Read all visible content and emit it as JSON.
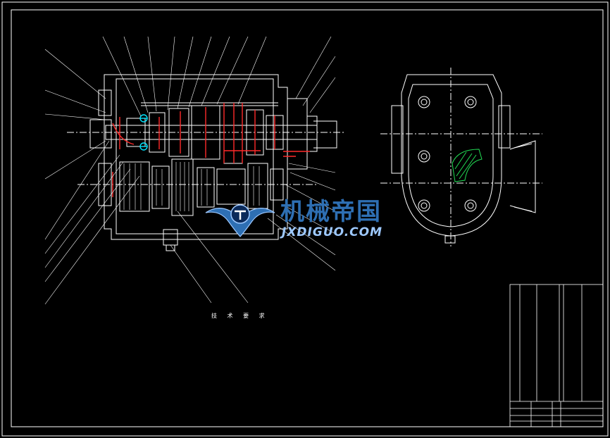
{
  "watermark": {
    "brand_cn": "机械帝国",
    "brand_en": "JXDIGUO.COM"
  },
  "technical_requirements": {
    "title": "技 术 要 求"
  },
  "colors": {
    "background": "#000000",
    "outline": "#ffffff",
    "gear_section": "#ff2a2a",
    "bearing_marker": "#00e5ff",
    "hatch": "#22dd55",
    "brand_blue": "#2e6fb3"
  }
}
